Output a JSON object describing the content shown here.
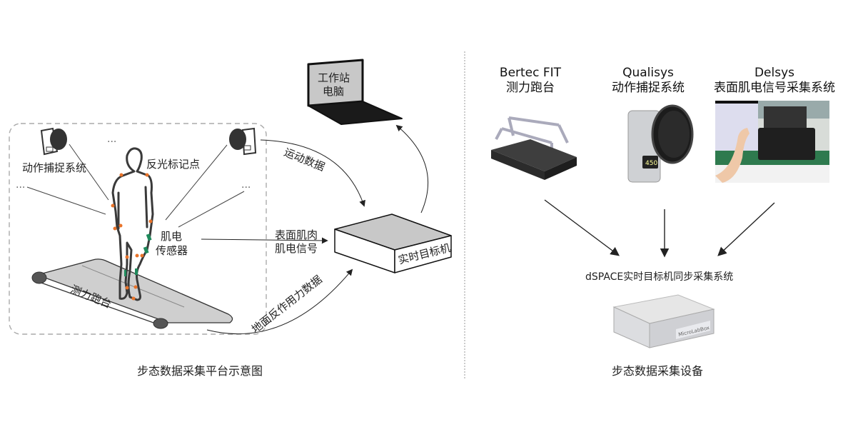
{
  "left_panel": {
    "caption": "步态数据采集平台示意图",
    "labels": {
      "motion_capture": "动作捕捉系统",
      "reflective_markers": "反光标记点",
      "emg_sensor_line1": "肌电",
      "emg_sensor_line2": "传感器",
      "treadmill": "测力跑台",
      "ellipsis": "...",
      "motion_data": "运动数据",
      "emg_signal_line1": "表面肌肉",
      "emg_signal_line2": "肌电信号",
      "grf_data": "地面反作用力数据",
      "target_machine": "实时目标机",
      "workstation_line1": "工作站",
      "workstation_line2": "电脑"
    },
    "colors": {
      "marker": "#e8732a",
      "emg_sensor": "#1f8a5c",
      "treadmill_belt": "#cfcfcf",
      "screen": "#c8c8c8",
      "box_top": "#c8c8c8"
    }
  },
  "right_panel": {
    "caption": "步态数据采集设备",
    "devices": [
      {
        "title_line1": "Bertec FIT",
        "title_line2": "测力跑台",
        "icon": "treadmill-photo"
      },
      {
        "title_line1": "Qualisys",
        "title_line2": "动作捕捉系统",
        "icon": "camera-photo"
      },
      {
        "title_line1": "Delsys",
        "title_line2": "表面肌电信号采集系统",
        "icon": "emg-system-photo"
      }
    ],
    "sync_system": "dSPACE实时目标机同步采集系统",
    "sync_device_brand": "MicroLabBox"
  }
}
